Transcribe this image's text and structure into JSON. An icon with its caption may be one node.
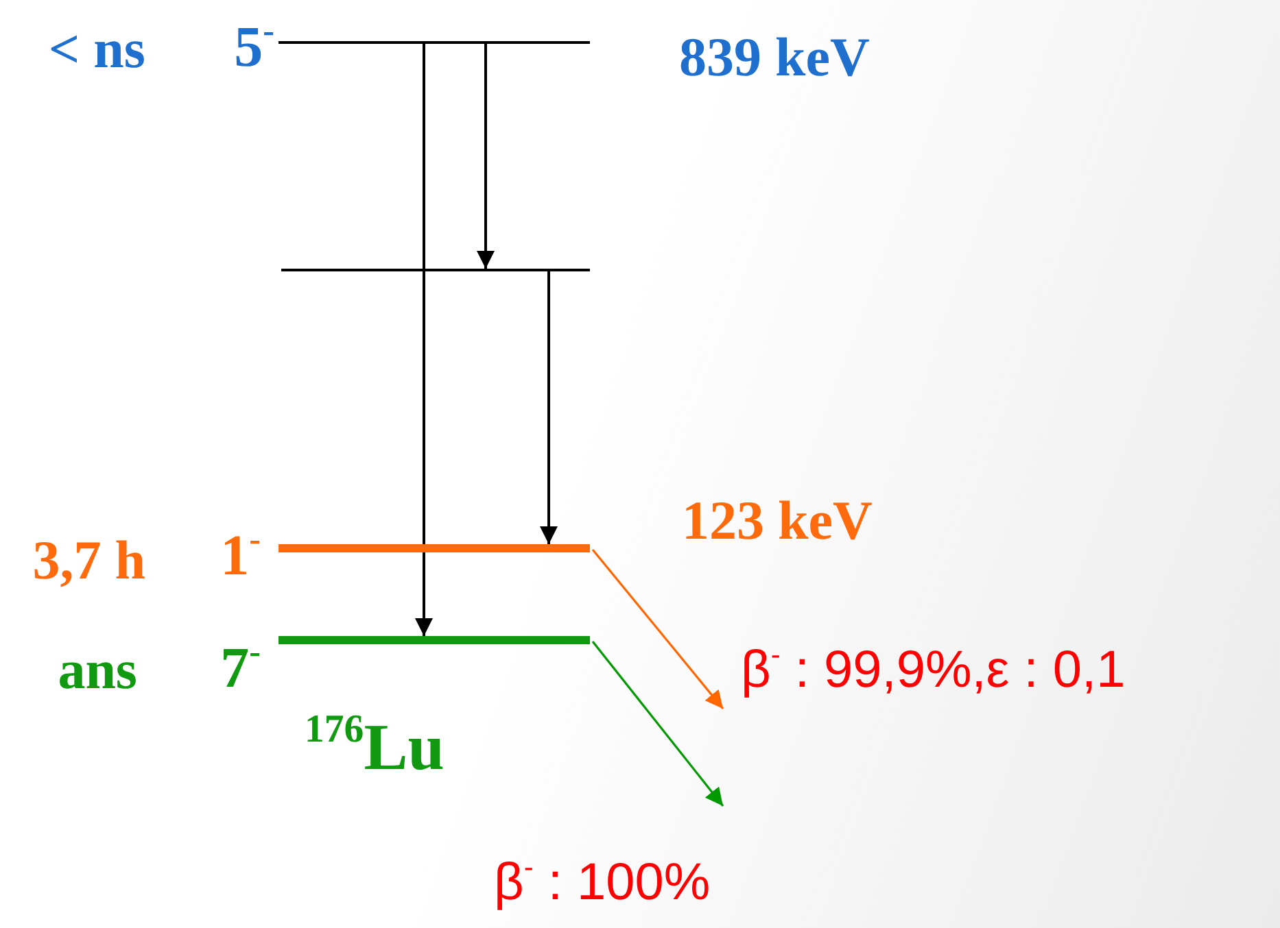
{
  "diagram": {
    "nodes": [
      {
        "text": [],
        "shape": "bar",
        "beside": [
          "< ns",
          "5$^{-}$",
          "839 keV"
        ]
      },
      {
        "text": [],
        "shape": "bar"
      },
      {
        "text": [],
        "shape": "bar",
        "beside": [
          "3,7 h",
          "1$^{-}$",
          "123 keV"
        ]
      },
      {
        "text": [],
        "shape": "bar",
        "beside": [
          "ans",
          "7$^{-}$",
          "$^{176}$Lu"
        ]
      },
      {
        "text": [
          "β$^{-}$ : 99,9%,ε : 0,1"
        ]
      },
      {
        "text": [
          "β$^{-}$ : 100%"
        ]
      }
    ],
    "edges": [
      {
        "from": 0,
        "to": 3,
        "arrow": "to"
      },
      {
        "from": 0,
        "to": 1,
        "arrow": "to"
      },
      {
        "from": 1,
        "to": 2,
        "arrow": "to"
      },
      {
        "from": 2,
        "to": 4,
        "arrow": "to",
        "color": "#ff6600"
      },
      {
        "from": 3,
        "to": 5,
        "arrow": "to",
        "color": "#009900"
      }
    ]
  }
}
